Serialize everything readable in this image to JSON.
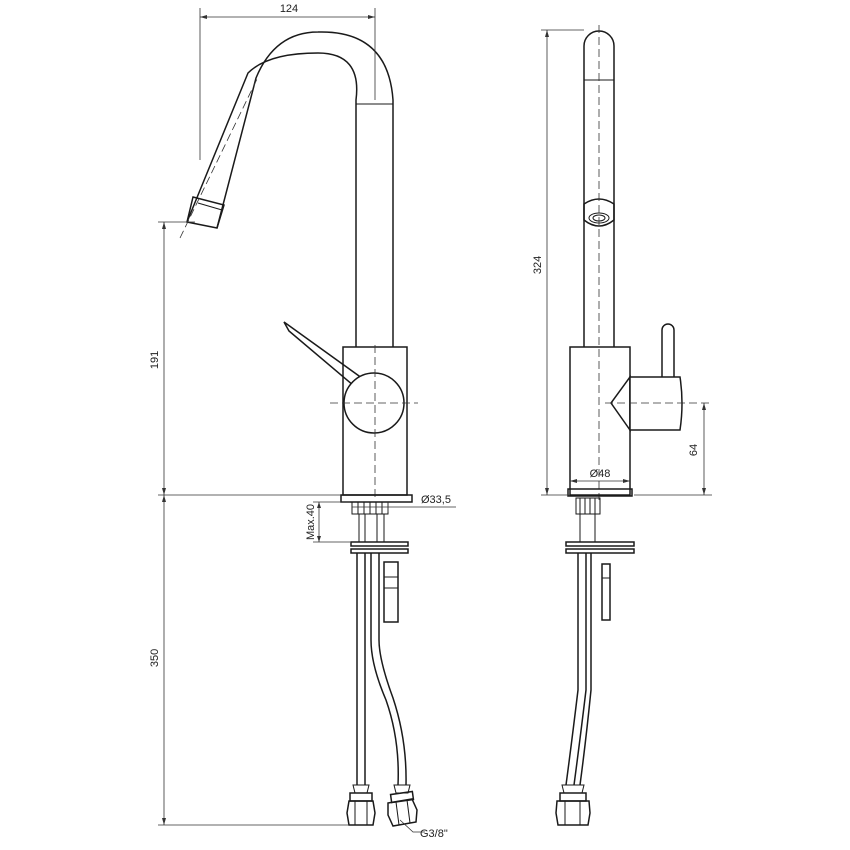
{
  "dimensions": {
    "spout_reach": "124",
    "outlet_height": "191",
    "hose_length": "350",
    "max_deck_thickness": "Max.40",
    "mounting_hole": "Ø33,5",
    "total_height": "324",
    "body_diameter": "Ø48",
    "lever_height": "64",
    "connection_thread": "G3/8\""
  }
}
